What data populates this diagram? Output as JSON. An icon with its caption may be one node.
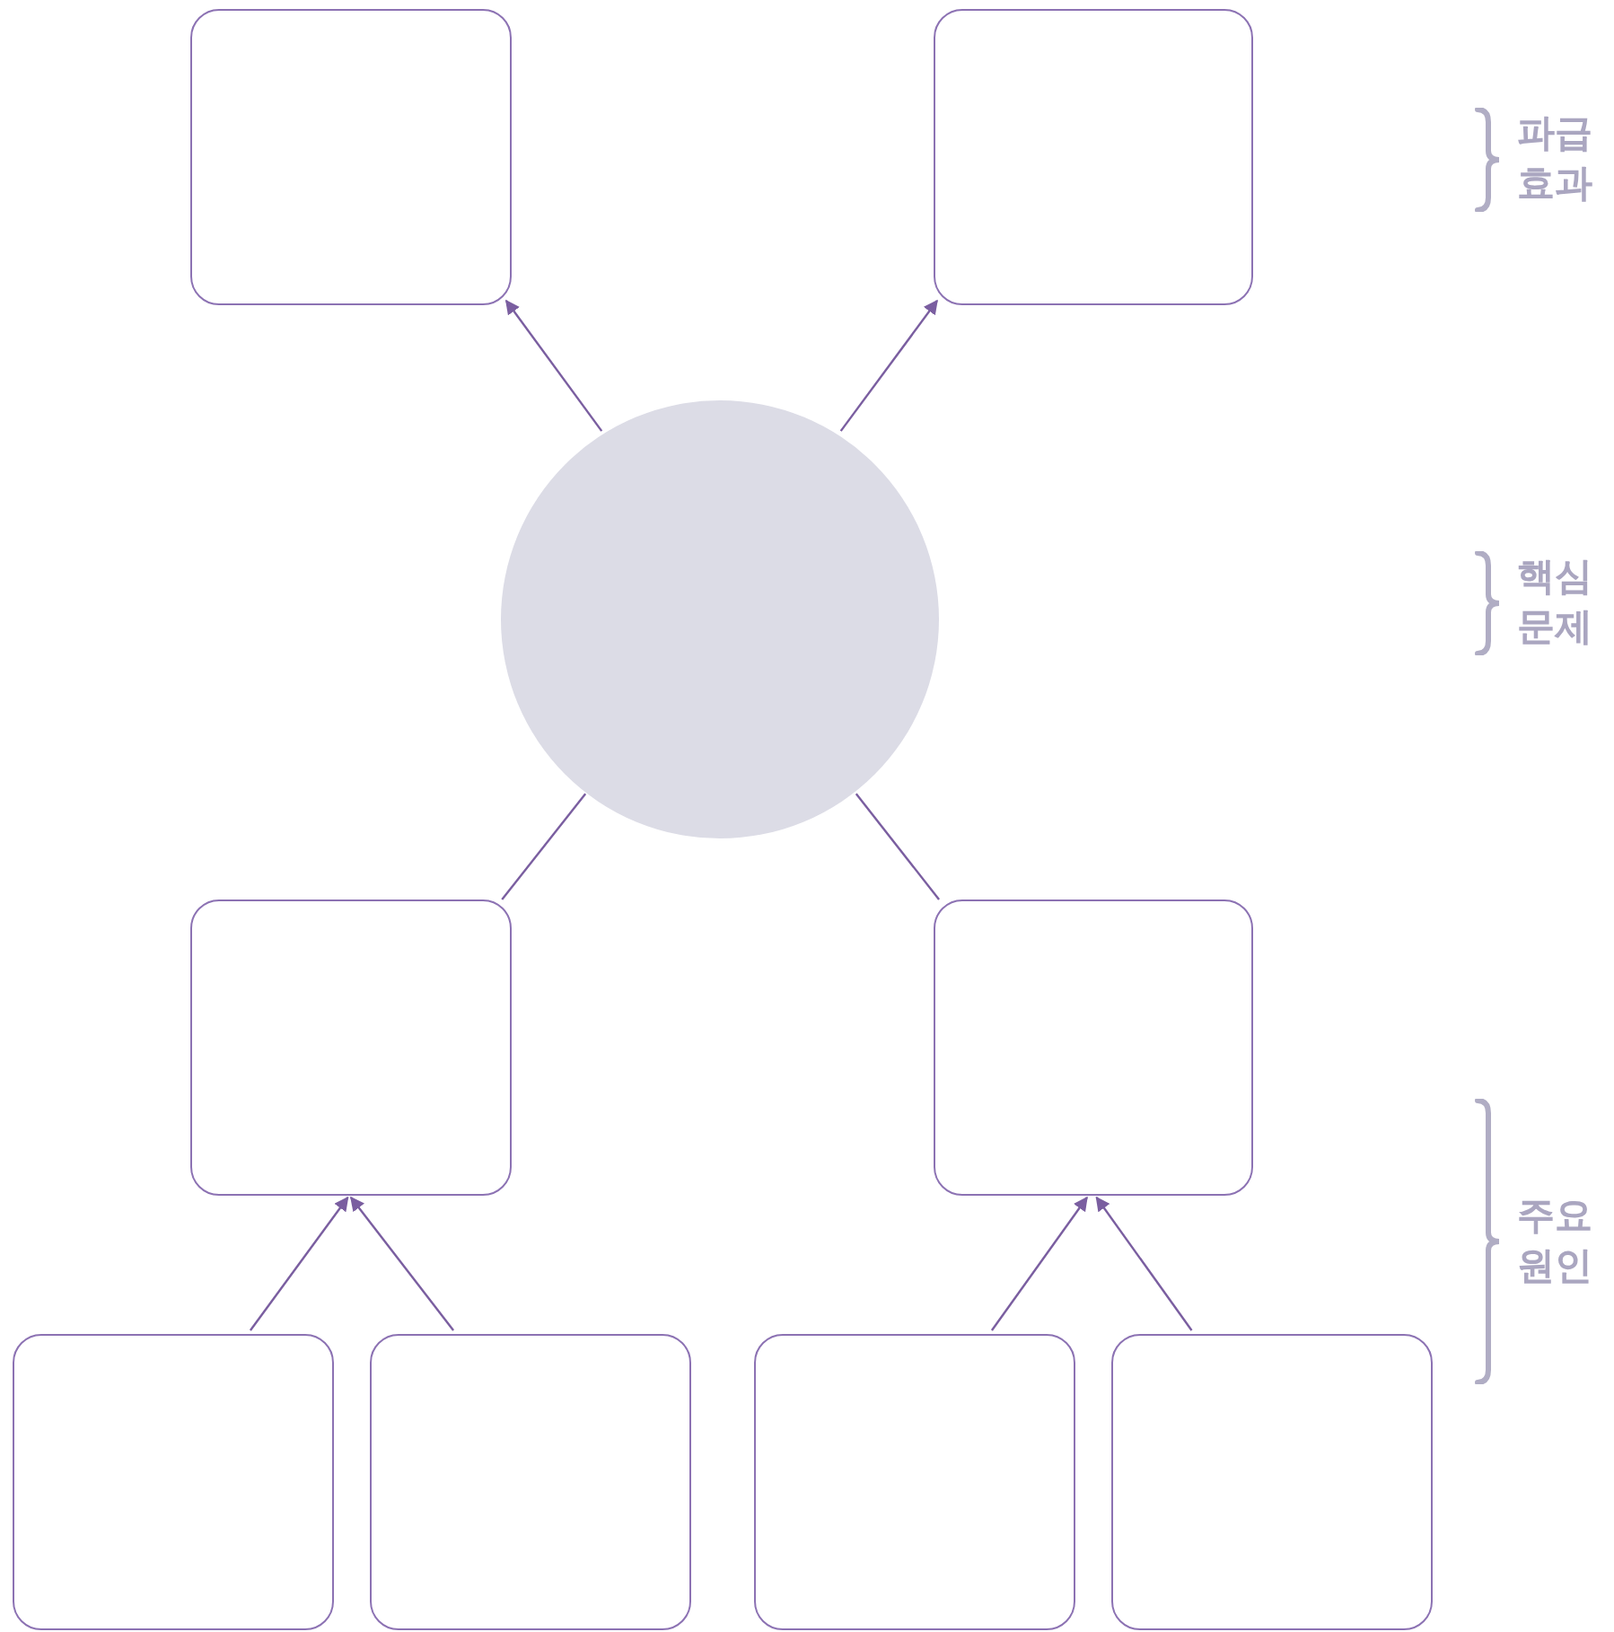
{
  "diagram": {
    "nodes": [
      {
        "text": [],
        "shape": "box"
      },
      {
        "text": [],
        "shape": "box"
      },
      {
        "text": [],
        "shape": "circle"
      },
      {
        "text": [],
        "shape": "box"
      },
      {
        "text": [],
        "shape": "box"
      },
      {
        "text": [],
        "shape": "box"
      },
      {
        "text": [],
        "shape": "box"
      },
      {
        "text": [],
        "shape": "box"
      },
      {
        "text": [],
        "shape": "box"
      }
    ],
    "edges": [
      {
        "from": 2,
        "to": 0,
        "arrow": "to"
      },
      {
        "from": 2,
        "to": 1,
        "arrow": "to"
      },
      {
        "from": 3,
        "to": 2,
        "arrow": "none"
      },
      {
        "from": 4,
        "to": 2,
        "arrow": "none"
      },
      {
        "from": 5,
        "to": 3,
        "arrow": "to"
      },
      {
        "from": 6,
        "to": 3,
        "arrow": "to"
      },
      {
        "from": 7,
        "to": 4,
        "arrow": "to"
      },
      {
        "from": 8,
        "to": 4,
        "arrow": "to"
      }
    ],
    "labels": [
      "파급 효과",
      "핵심 문제",
      "주요 원인"
    ]
  }
}
